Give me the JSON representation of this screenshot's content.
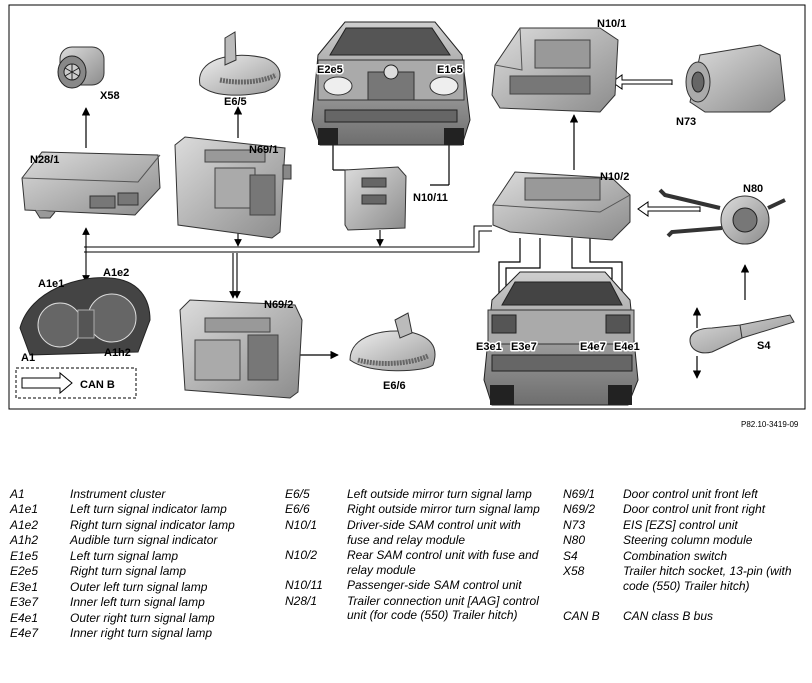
{
  "labels": {
    "x58": "X58",
    "n28_1": "N28/1",
    "e6_5": "E6/5",
    "n69_1": "N69/1",
    "e2e5": "E2e5",
    "e1e5": "E1e5",
    "n10_11": "N10/11",
    "n10_1": "N10/1",
    "n73": "N73",
    "n10_2": "N10/2",
    "n80": "N80",
    "a1e1": "A1e1",
    "a1e2": "A1e2",
    "a1h2": "A1h2",
    "a1": "A1",
    "n69_2": "N69/2",
    "e6_6": "E6/6",
    "e3e1": "E3e1",
    "e3e7": "E3e7",
    "e4e7": "E4e7",
    "e4e1": "E4e1",
    "s4": "S4",
    "can_b": "CAN B"
  },
  "doc_id": "P82.10-3419-09",
  "legend": {
    "col1": [
      {
        "code": "A1",
        "desc": "Instrument cluster"
      },
      {
        "code": "A1e1",
        "desc": "Left turn signal indicator lamp"
      },
      {
        "code": "A1e2",
        "desc": "Right turn signal indicator lamp"
      },
      {
        "code": "A1h2",
        "desc": "Audible turn signal indicator"
      },
      {
        "code": "E1e5",
        "desc": "Left turn signal lamp"
      },
      {
        "code": "E2e5",
        "desc": "Right turn signal lamp"
      },
      {
        "code": "E3e1",
        "desc": "Outer left turn signal lamp"
      },
      {
        "code": "E3e7",
        "desc": "Inner left turn signal lamp"
      },
      {
        "code": "E4e1",
        "desc": "Outer right turn signal lamp"
      },
      {
        "code": "E4e7",
        "desc": "Inner right turn signal lamp"
      }
    ],
    "col2": [
      {
        "code": "E6/5",
        "desc": "Left outside mirror turn signal lamp"
      },
      {
        "code": "E6/6",
        "desc": "Right outside mirror turn signal lamp"
      },
      {
        "code": "N10/1",
        "desc": "Driver-side SAM control unit with fuse and relay module"
      },
      {
        "code": "N10/2",
        "desc": "Rear SAM control unit with fuse and relay module"
      },
      {
        "code": "N10/11",
        "desc": "Passenger-side SAM control unit"
      },
      {
        "code": "N28/1",
        "desc": "Trailer connection unit [AAG] control unit (for code (550) Trailer hitch)"
      }
    ],
    "col3": [
      {
        "code": "N69/1",
        "desc": "Door control unit front left"
      },
      {
        "code": "N69/2",
        "desc": "Door control unit front right"
      },
      {
        "code": "N73",
        "desc": "EIS [EZS] control unit"
      },
      {
        "code": "N80",
        "desc": "Steering column module"
      },
      {
        "code": "S4",
        "desc": "Combination switch"
      },
      {
        "code": "X58",
        "desc": "Trailer hitch socket, 13-pin (with code (550) Trailer hitch)"
      },
      {
        "gap": true
      },
      {
        "code": "CAN B",
        "desc": "CAN class B bus"
      }
    ]
  }
}
